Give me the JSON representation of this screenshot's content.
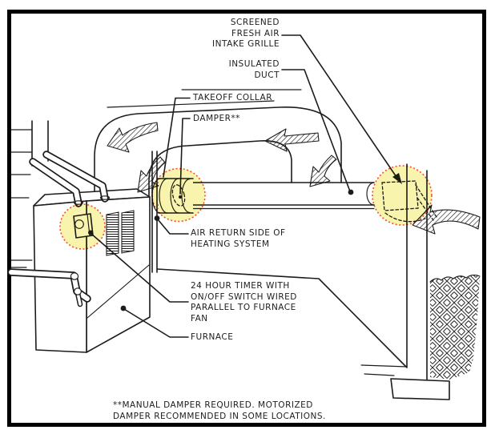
{
  "figure": {
    "labels": {
      "intake_grille": "SCREENED\nFRESH AIR\nINTAKE GRILLE",
      "insulated_duct": "INSULATED\nDUCT",
      "takeoff_collar": "TAKEOFF COLLAR",
      "damper": "DAMPER**",
      "air_return": "AIR RETURN SIDE OF\nHEATING SYSTEM",
      "timer": "24 HOUR TIMER WITH\nON/OFF SWITCH WIRED\nPARALLEL TO FURNACE\nFAN",
      "furnace": "FURNACE",
      "footnote": "**MANUAL DAMPER REQUIRED.  MOTORIZED\nDAMPER RECOMMENDED IN SOME LOCATIONS."
    },
    "highlights": [
      "24-hour-timer",
      "damper-in-takeoff-collar",
      "fresh-air-intake-grille"
    ],
    "colors": {
      "line": "#1c1c1c",
      "frame": "#000000",
      "background": "#ffffff",
      "highlight_fill": "#f2e95e",
      "highlight_border": "#ff4a22"
    }
  }
}
